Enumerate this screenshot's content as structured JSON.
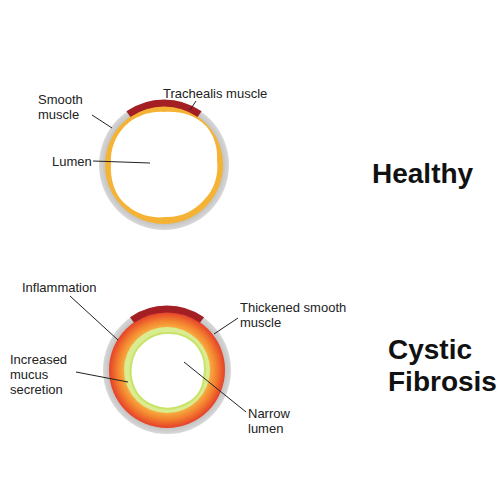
{
  "diagram": {
    "labels": [
      "Smooth muscle",
      "Trachealis muscle",
      "Lumen",
      "Healthy",
      "Inflammation",
      "Thickened smooth muscle",
      "Cystic Fibrosis",
      "Increased mucus secretion",
      "Narrow lumen"
    ]
  }
}
